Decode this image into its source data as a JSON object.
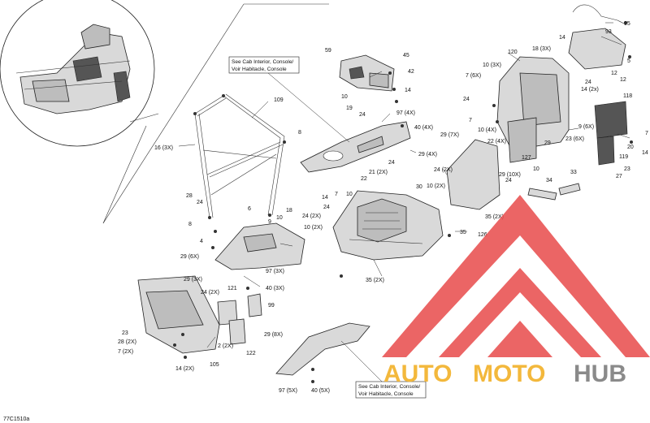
{
  "diagram_code": "77C1510a",
  "notes": [
    {
      "lines": [
        "See Cab Interior, Console/",
        "Voir Habitacle, Console"
      ]
    },
    {
      "lines": [
        "See Cab Interior, Console/",
        "Voir Habitacle, Console"
      ]
    }
  ],
  "callouts": {
    "c95": "95",
    "c93": "93",
    "c14a": "14",
    "c5": "5",
    "c12a": "12",
    "c12b": "12",
    "c24a": "24",
    "c120": "120",
    "c18_3x": "18 (3X)",
    "c10_3x": "10 (3X)",
    "c7_6x": "7 (6X)",
    "c14_2x": "14 (2x)",
    "c118": "118",
    "c9_6x": "9 (6X)",
    "c23_6x": "23 (6X)",
    "c7a": "7",
    "c20": "20",
    "c14b": "14",
    "c119": "119",
    "c23": "23",
    "c27": "27",
    "c59": "59",
    "c45": "45",
    "c42": "42",
    "c10a": "10",
    "c19": "19",
    "c24b": "24",
    "c14c": "14",
    "c97_4x": "97 (4X)",
    "c40_4x": "40 (4X)",
    "c29_7x": "29 (7X)",
    "c10_4x": "10 (4X)",
    "c24c": "24",
    "c7b": "7",
    "c22_4x": "22 (4X)",
    "c29a": "29",
    "c127": "127",
    "c29_4x": "29 (4X)",
    "c24_2x_a": "24 (2X)",
    "c10_2x_a": "10 (2X)",
    "c29_10x": "29 (10X)",
    "c10b": "10",
    "c24d": "24",
    "c34": "34",
    "c33": "33",
    "c35_2x_a": "35 (2X)",
    "c126": "126",
    "c109": "109",
    "c16_3x": "16 (3X)",
    "c8a": "8",
    "c28": "28",
    "c24e": "24",
    "c6": "6",
    "c18": "18",
    "c10c": "10",
    "c9": "9",
    "c8b": "8",
    "c4": "4",
    "c21_2x": "21 (2X)",
    "c22": "22",
    "c24f": "24",
    "c30": "30",
    "c14d": "14",
    "c7c": "7",
    "c10d": "10",
    "c24g": "24",
    "c24_2x_b": "24 (2X)",
    "c10_2x_b": "10 (2X)",
    "c35": "35",
    "c29_6x": "29 (6X)",
    "c97_3x": "97 (3X)",
    "c24_2x_c": "24 (2X)",
    "c29_3x": "29 (3X)",
    "c40_3x": "40 (3X)",
    "c121": "121",
    "c99": "99",
    "c35_2x_b": "35 (2X)",
    "c23b": "23",
    "c28_2x": "28 (2X)",
    "c7_2x": "7 (2X)",
    "c2_2x": "2 (2X)",
    "c14_2x_b": "14 (2X)",
    "c105": "105",
    "c29_8x": "29 (8X)",
    "c122": "122",
    "c97_5x": "97 (5X)",
    "c40_5x": "40 (5X)"
  },
  "watermark": {
    "text_auto": "AUTO",
    "text_moto": "MOTO",
    "text_hub": "HUB",
    "color_triangle": "#e84a4a",
    "color_auto": "#f3b83c",
    "color_hub": "#8a8a8a"
  }
}
